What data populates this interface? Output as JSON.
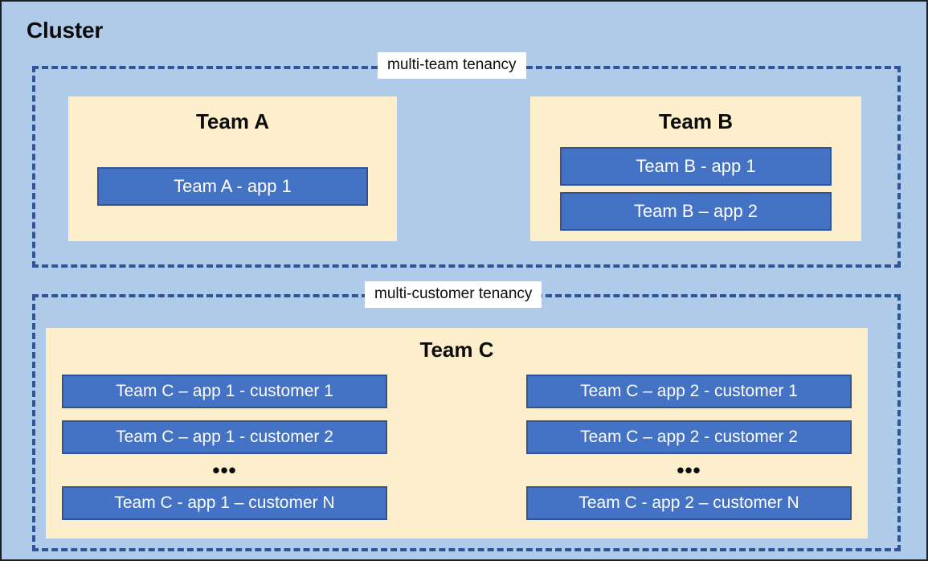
{
  "diagram": {
    "title": "Cluster",
    "colors": {
      "cluster_background": "#AFCBE9",
      "team_panel": "#FDEFCB",
      "app_box": "#4472C4",
      "app_box_border": "#2F5597",
      "dashed_border": "#2E5597",
      "caption_background": "#FFFFFF",
      "text_dark": "#0C0C0C",
      "text_light": "#FFFFFF"
    },
    "regions": [
      {
        "id": "multi-team",
        "caption": "multi-team tenancy",
        "teams": [
          {
            "id": "team-a",
            "title": "Team A",
            "apps": [
              "Team A - app 1"
            ]
          },
          {
            "id": "team-b",
            "title": "Team B",
            "apps": [
              "Team B - app 1",
              "Team B – app 2"
            ]
          }
        ]
      },
      {
        "id": "multi-customer",
        "caption": "multi-customer tenancy",
        "teams": [
          {
            "id": "team-c",
            "title": "Team C",
            "columns": [
              {
                "items": [
                  "Team C – app 1 - customer 1",
                  "Team C – app 1 - customer 2"
                ],
                "ellipsis": "•••",
                "last_item": "Team C - app 1 – customer N"
              },
              {
                "items": [
                  "Team C – app 2 - customer 1",
                  "Team C – app 2 - customer 2"
                ],
                "ellipsis": "•••",
                "last_item": "Team C - app 2 – customer N"
              }
            ]
          }
        ]
      }
    ]
  }
}
